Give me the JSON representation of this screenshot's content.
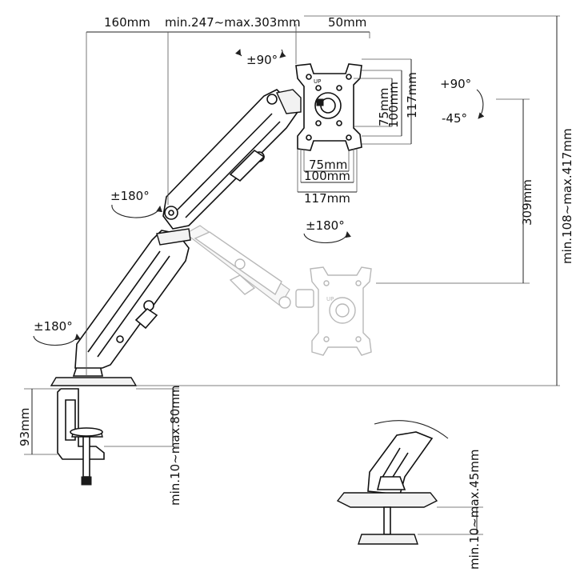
{
  "dimensions": {
    "arm_offset": "160mm",
    "arm_extension": "min.247~max.303mm",
    "monitor_offset": "50mm",
    "vesa_vertical": [
      "75mm",
      "100mm",
      "117mm"
    ],
    "vesa_horizontal": [
      "75mm",
      "100mm",
      "117mm"
    ],
    "height_travel": "309mm",
    "total_height": "min.108~max.417mm",
    "clamp_height": "93mm",
    "clamp_thickness": "min.10~max.80mm",
    "grommet_thickness": "min.10~max.45mm"
  },
  "rotations": {
    "monitor_rotate": "±90°",
    "tilt_up": "+90°",
    "tilt_down": "-45°",
    "upper_swivel": "±180°",
    "monitor_swivel": "±180°",
    "base_swivel": "±180°"
  },
  "plate_mark": "UP",
  "plate_mark_ghost": "UP",
  "colors": {
    "line": "#111111",
    "ghost": "#b8b8b8",
    "background": "#ffffff"
  }
}
